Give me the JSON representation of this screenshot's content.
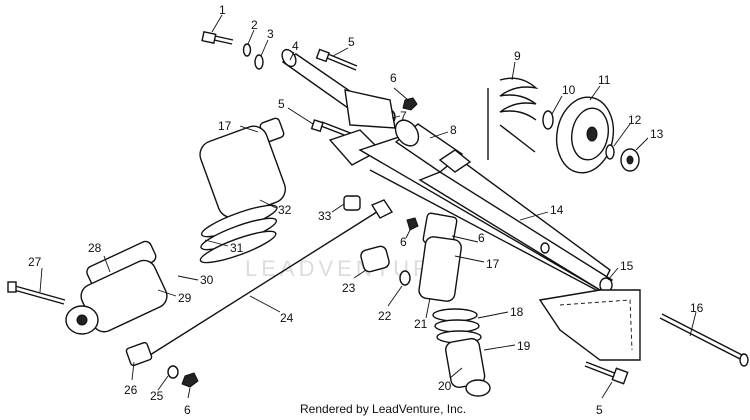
{
  "watermark": "LEADVENTURE",
  "footer": "Rendered by LeadVenture, Inc.",
  "callouts": [
    "1",
    "2",
    "3",
    "4",
    "5",
    "6",
    "5",
    "7",
    "8",
    "9",
    "10",
    "11",
    "12",
    "13",
    "14",
    "15",
    "16",
    "17",
    "32",
    "33",
    "6",
    "6",
    "17",
    "31",
    "28",
    "27",
    "30",
    "29",
    "23",
    "22",
    "21",
    "18",
    "24",
    "19",
    "20",
    "26",
    "25",
    "6",
    "5"
  ]
}
